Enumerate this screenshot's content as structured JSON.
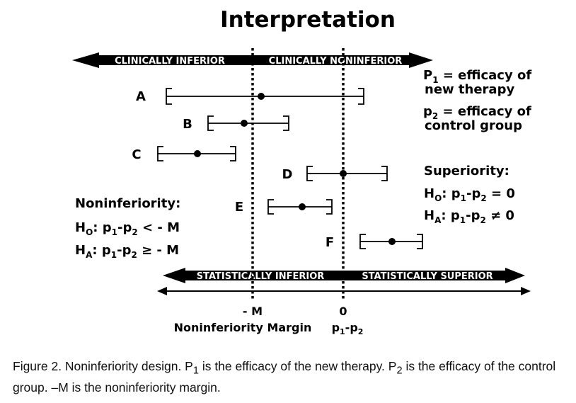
{
  "title": "Interpretation",
  "top_bar": {
    "left": "CLINICALLY INFERIOR",
    "right": "CLINICALLY NONINFERIOR"
  },
  "bottom_bar": {
    "left": "STATISTICALLY INFERIOR",
    "right": "STATISTICALLY SUPERIOR"
  },
  "intervals": [
    {
      "label": "A"
    },
    {
      "label": "B"
    },
    {
      "label": "C"
    },
    {
      "label": "D"
    },
    {
      "label": "E"
    },
    {
      "label": "F"
    }
  ],
  "definitions": {
    "p1": {
      "sym": "P",
      "sub": "1",
      "line1": " = efficacy of",
      "line2": "new therapy"
    },
    "p2": {
      "sym": "p",
      "sub": "2",
      "line1": " = efficacy of",
      "line2": "control group"
    }
  },
  "superiority": {
    "heading": "Superiority:",
    "h0": {
      "h": "H",
      "hsub": "O",
      "rest": ": p",
      "s1": "1",
      "mid": "-p",
      "s2": "2",
      "tail": " = 0"
    },
    "ha": {
      "h": "H",
      "hsub": "A",
      "rest": ": p",
      "s1": "1",
      "mid": "-p",
      "s2": "2",
      "tail": " ≠ 0"
    }
  },
  "noninferiority": {
    "heading": "Noninferiority:",
    "h0": {
      "h": "H",
      "hsub": "O",
      "rest": ": p",
      "s1": "1",
      "mid": "-p",
      "s2": "2",
      "tail": " < - M"
    },
    "ha": {
      "h": "H",
      "hsub": "A",
      "rest": ": p",
      "s1": "1",
      "mid": "-p",
      "s2": "2",
      "tail": " ≥ - M"
    }
  },
  "axis": {
    "minus_m": "- M",
    "zero": "0",
    "margin_label": "Noninferiority Margin",
    "diff_label": {
      "a": "p",
      "s1": "1",
      "b": "-p",
      "s2": "2"
    }
  },
  "caption": {
    "t1": "Figure 2. Noninferiority design. P",
    "s1": "1",
    "t2": " is the efficacy of the new therapy. P",
    "s2": "2",
    "t3": " is the efficacy of the control group.  –M is the noninferiority margin."
  }
}
